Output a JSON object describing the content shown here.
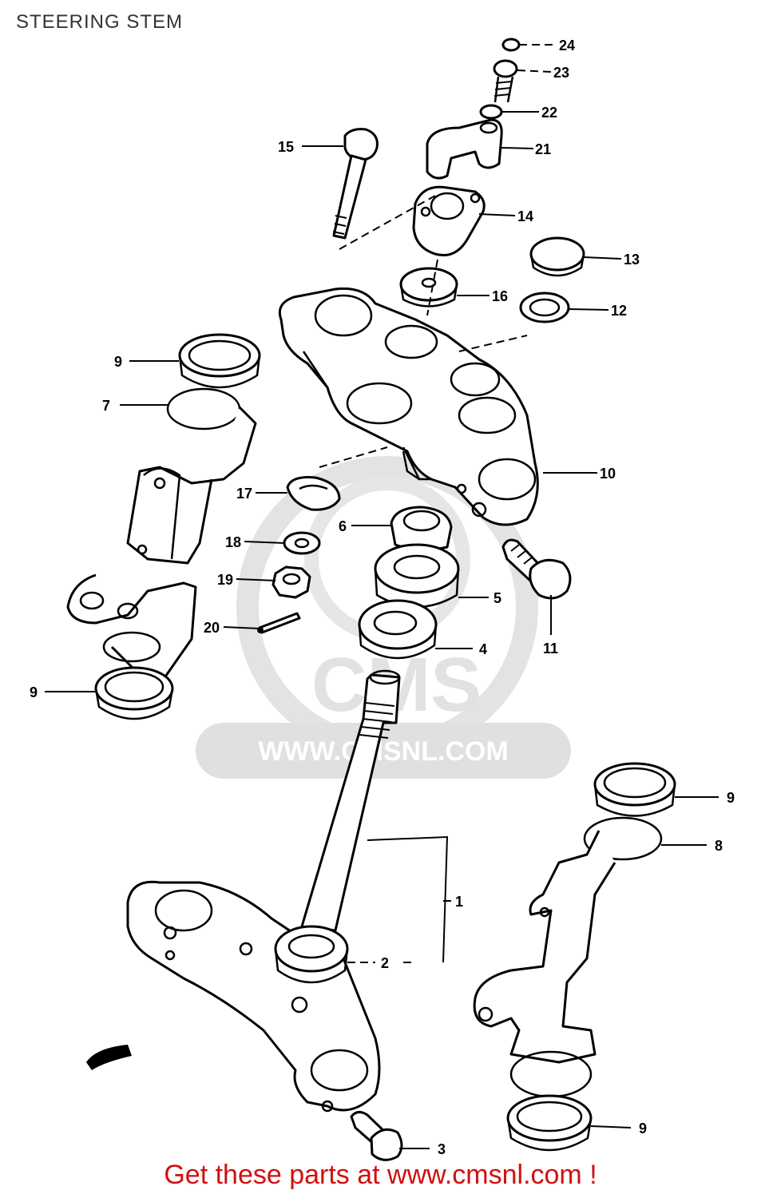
{
  "title": "STEERING STEM",
  "watermark": {
    "brand": "CMS",
    "url": "WWW.CMSNL.COM"
  },
  "footer": "Get these parts at www.cmsnl.com !",
  "callouts": [
    "24",
    "23",
    "22",
    "21",
    "15",
    "14",
    "13",
    "16",
    "12",
    "9",
    "7",
    "10",
    "17",
    "6",
    "18",
    "19",
    "5",
    "11",
    "20",
    "4",
    "9",
    "9",
    "8",
    "1",
    "2",
    "3",
    "9"
  ]
}
